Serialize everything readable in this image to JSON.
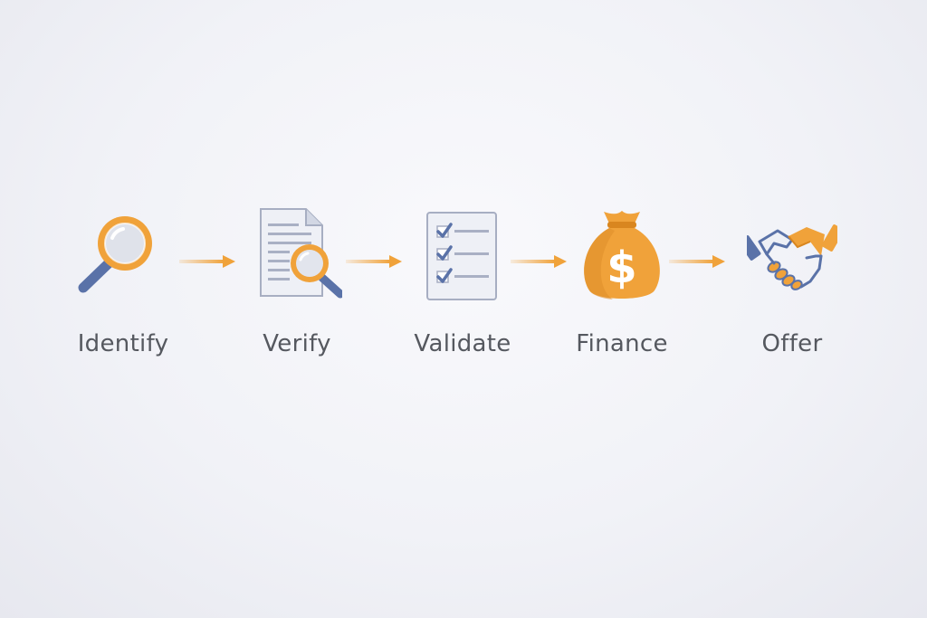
{
  "steps": [
    {
      "label": "Identify",
      "icon": "magnifying-glass-icon"
    },
    {
      "label": "Verify",
      "icon": "document-search-icon"
    },
    {
      "label": "Validate",
      "icon": "checklist-icon"
    },
    {
      "label": "Finance",
      "icon": "money-bag-icon"
    },
    {
      "label": "Offer",
      "icon": "handshake-icon"
    }
  ],
  "colors": {
    "orange": "#f0a23a",
    "blue": "#5a72a8",
    "label": "#55585f"
  }
}
